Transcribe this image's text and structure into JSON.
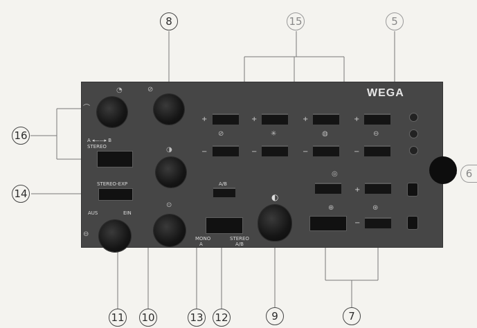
{
  "brand": "WEGA",
  "callouts": {
    "c8": "8",
    "c15": "15",
    "c5": "5",
    "c16": "16",
    "c14": "14",
    "c6": "6",
    "c11": "11",
    "c10": "10",
    "c13": "13",
    "c12": "12",
    "c9": "9",
    "c7": "7"
  },
  "panel_labels": {
    "stereo_arrow": "A ◂——▸ B",
    "stereo": "STEREO",
    "stereo_exp": "STEREO-EXP",
    "aus": "AUS",
    "ein": "EIN",
    "ab": "A/B",
    "mono": "MONO",
    "mono_a": "A",
    "stereo_ab_1": "STEREO",
    "stereo_ab_2": "A/B"
  },
  "signs": {
    "plus": "+",
    "minus": "−"
  },
  "icons": [
    "speaker-icon",
    "bass-icon",
    "brightness-icon",
    "treble-icon",
    "loudness-icon",
    "tone-icon",
    "headphone-icon",
    "balance-icon"
  ]
}
